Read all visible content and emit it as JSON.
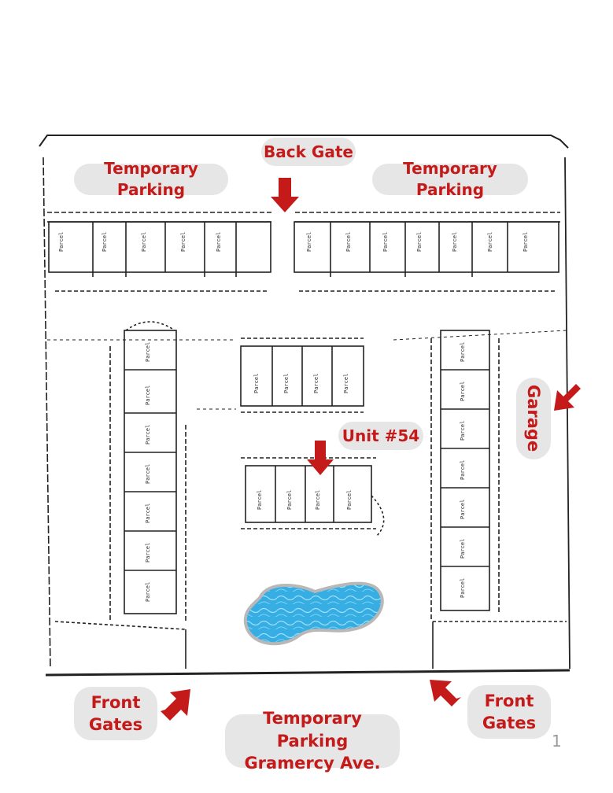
{
  "labels": {
    "back_gate": "Back Gate",
    "temporary_parking_left": "Temporary Parking",
    "temporary_parking_right": "Temporary Parking",
    "unit": "Unit #54",
    "garage": "Garage",
    "front_gates_left_line1": "Front",
    "front_gates_left_line2": "Gates",
    "front_gates_right_line1": "Front",
    "front_gates_right_line2": "Gates",
    "bottom_line1": "Temporary Parking",
    "bottom_line2": "Gramercy Ave."
  },
  "page_number": "1",
  "colors": {
    "accent_red": "#c41a1a",
    "label_bg": "#e6e6e6",
    "plan_ink": "#222222",
    "pool": "#3fb6e8"
  },
  "icons": [
    "arrow-icon",
    "pool-icon"
  ]
}
